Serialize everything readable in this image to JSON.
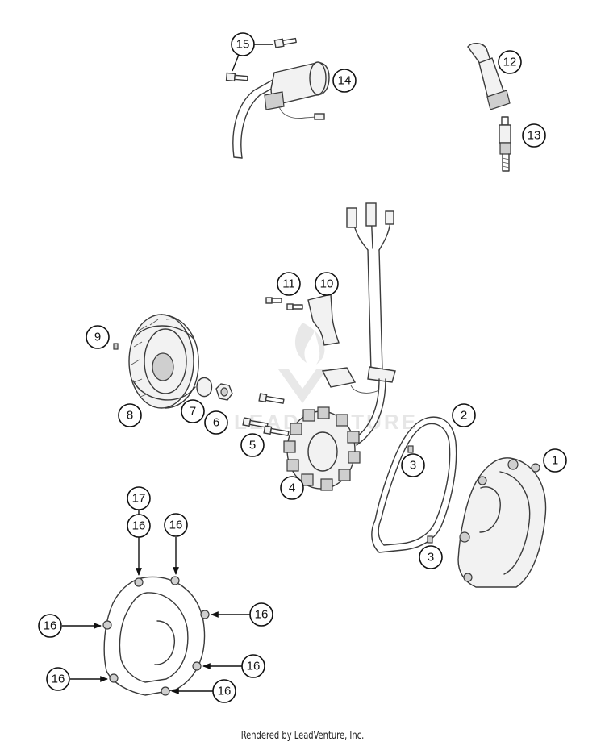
{
  "watermark": {
    "text": "LEADVENTURE"
  },
  "footer": {
    "credit": "Rendered by LeadVenture, Inc."
  },
  "callouts": {
    "c1": "1",
    "c2": "2",
    "c3a": "3",
    "c3b": "3",
    "c4": "4",
    "c5": "5",
    "c6": "6",
    "c7": "7",
    "c8": "8",
    "c9": "9",
    "c10": "10",
    "c11": "11",
    "c12": "12",
    "c13": "13",
    "c14": "14",
    "c15": "15",
    "c16a": "16",
    "c16b": "16",
    "c16c": "16",
    "c16d": "16",
    "c16e": "16",
    "c16f": "16",
    "c16g": "16",
    "c17": "17"
  }
}
